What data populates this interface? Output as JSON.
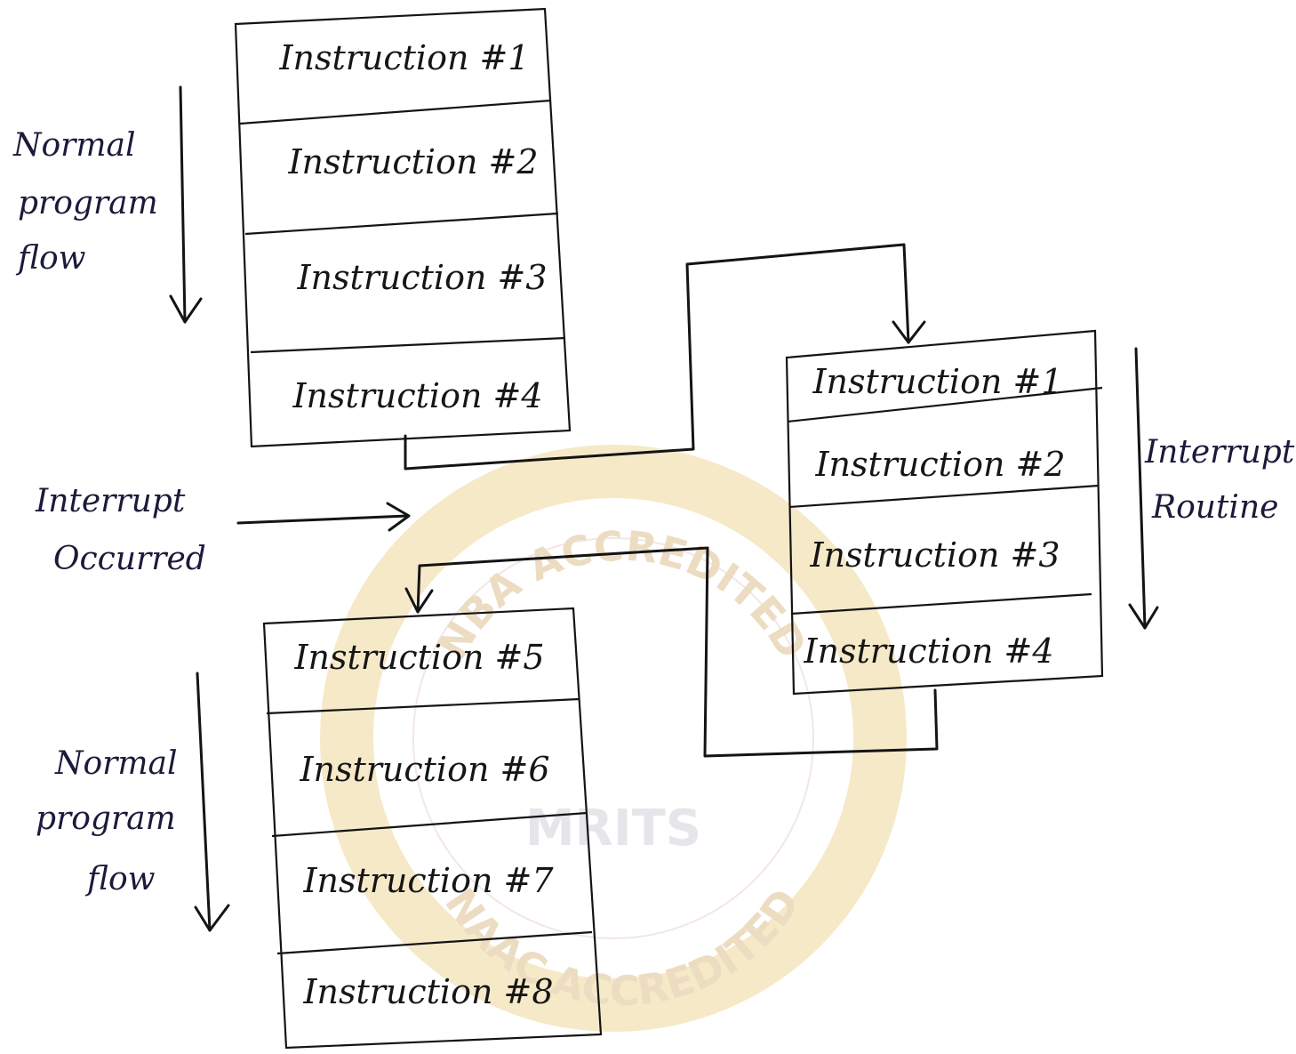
{
  "labels": {
    "normal_flow_top": [
      "Normal",
      "program",
      "flow"
    ],
    "interrupt_occurred": [
      "Interrupt",
      "Occurred"
    ],
    "interrupt_routine": [
      "Interrupt",
      "Routine"
    ],
    "normal_flow_bottom": [
      "Normal",
      "program",
      "flow"
    ]
  },
  "main_program_top": [
    "Instruction #1",
    "Instruction #2",
    "Instruction #3",
    "Instruction #4"
  ],
  "interrupt_routine_box": [
    "Instruction #1",
    "Instruction #2",
    "Instruction #3",
    "Instruction #4"
  ],
  "main_program_bottom": [
    "Instruction #5",
    "Instruction #6",
    "Instruction #7",
    "Instruction #8"
  ],
  "watermark": {
    "top_arc": "NBA ACCREDITED",
    "bottom_arc": "NAAC ACCREDITED",
    "center": "MRITS",
    "colors": {
      "ring": "#f6e9c8",
      "text": "#ecdcc2"
    }
  },
  "colors": {
    "ink": "#141414",
    "paper": "#ffffff"
  }
}
